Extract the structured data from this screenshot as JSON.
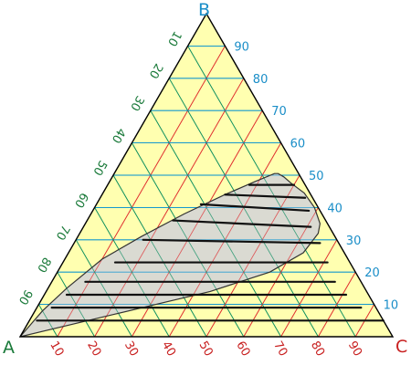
{
  "chart_data": {
    "type": "ternary",
    "title": "",
    "vertices": {
      "A": "A",
      "B": "B",
      "C": "C"
    },
    "ticks": [
      10,
      20,
      30,
      40,
      50,
      60,
      70,
      80,
      90
    ],
    "grid": true,
    "colors": {
      "background_fill": "#ffffb0",
      "two_phase_fill": "#d6d6d6",
      "outline": "#000000",
      "b_grid": "#0090d0",
      "b_labels": "#1a8ec8",
      "a_grid": "#109060",
      "a_labels": "#1a7a3a",
      "c_grid": "#e03030",
      "c_labels": "#c82020",
      "tie_lines": "#111111"
    },
    "binodal_curve": [
      [
        0,
        0
      ],
      [
        22,
        7
      ],
      [
        44,
        14
      ],
      [
        57,
        20
      ],
      [
        63,
        26
      ],
      [
        64,
        32
      ],
      [
        63,
        35
      ],
      [
        59,
        40
      ],
      [
        54,
        44.5
      ],
      [
        49,
        47.5
      ],
      [
        46,
        49.5
      ],
      [
        44,
        50.5
      ],
      [
        43,
        50.5
      ],
      [
        43,
        50.5
      ],
      [
        39,
        48
      ],
      [
        33,
        44
      ],
      [
        25,
        38
      ],
      [
        17,
        31
      ],
      [
        10,
        24
      ],
      [
        5,
        15
      ],
      [
        2,
        8
      ],
      [
        0,
        0
      ]
    ],
    "tie_lines": [
      [
        [
          2,
          5
        ],
        [
          95,
          5
        ]
      ],
      [
        [
          4,
          9
        ],
        [
          87,
          9
        ]
      ],
      [
        [
          6,
          13
        ],
        [
          81,
          13
        ]
      ],
      [
        [
          9,
          17
        ],
        [
          76,
          17
        ]
      ],
      [
        [
          14,
          23
        ],
        [
          71,
          23
        ]
      ],
      [
        [
          18,
          30
        ],
        [
          66,
          29
        ]
      ],
      [
        [
          23,
          36
        ],
        [
          61,
          34
        ]
      ],
      [
        [
          28,
          41
        ],
        [
          58,
          39
        ]
      ],
      [
        [
          33,
          44
        ],
        [
          55,
          43
        ]
      ],
      [
        [
          38,
          47
        ],
        [
          50,
          47
        ]
      ]
    ]
  }
}
